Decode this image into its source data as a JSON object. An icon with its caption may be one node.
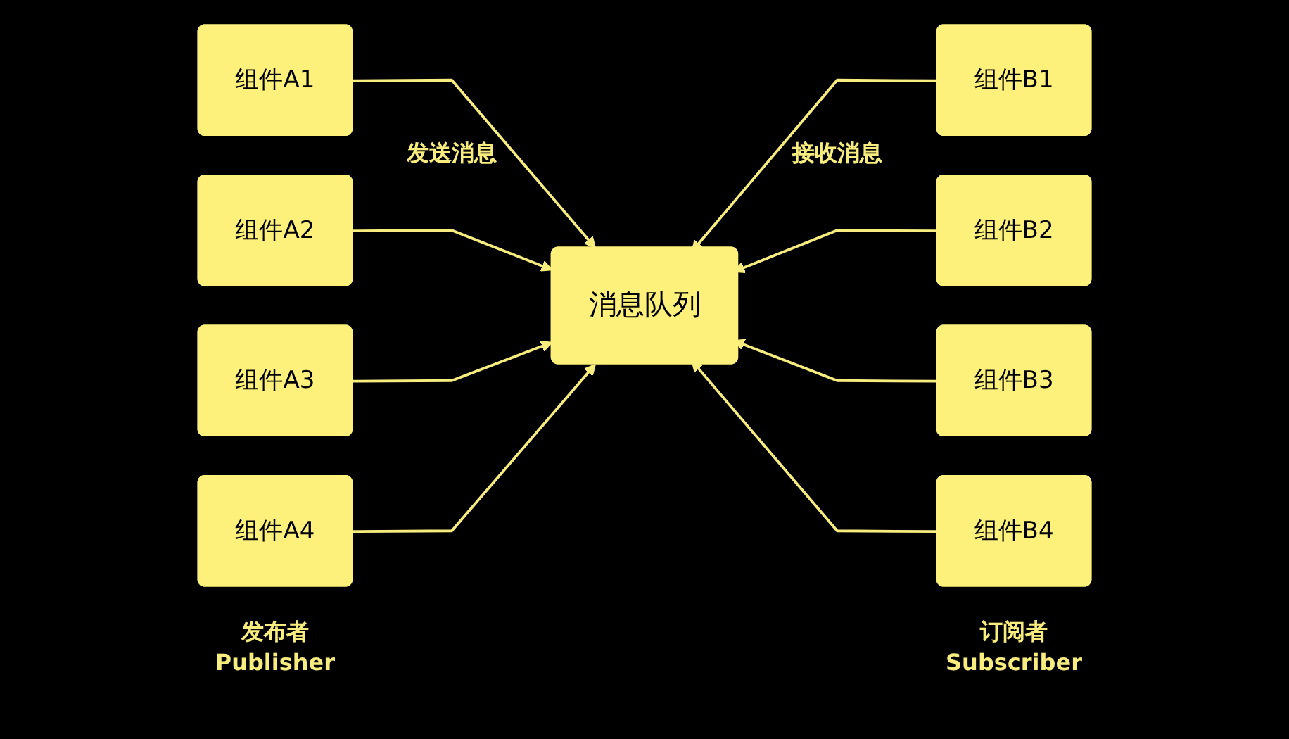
{
  "diagram": {
    "nodes": [
      {
        "text": [
          "组件A1"
        ]
      },
      {
        "text": [
          "组件A2"
        ]
      },
      {
        "text": [
          "组件A3"
        ]
      },
      {
        "text": [
          "组件A4"
        ]
      },
      {
        "text": [
          "消息队列"
        ]
      },
      {
        "text": [
          "组件B1"
        ]
      },
      {
        "text": [
          "组件B2"
        ]
      },
      {
        "text": [
          "组件B3"
        ]
      },
      {
        "text": [
          "组件B4"
        ]
      }
    ],
    "edges": [
      {
        "from": 0,
        "to": 4,
        "arrow": "to"
      },
      {
        "from": 1,
        "to": 4,
        "arrow": "to"
      },
      {
        "from": 2,
        "to": 4,
        "arrow": "to"
      },
      {
        "from": 3,
        "to": 4,
        "arrow": "to"
      },
      {
        "from": 5,
        "to": 4,
        "arrow": "to"
      },
      {
        "from": 6,
        "to": 4,
        "arrow": "to"
      },
      {
        "from": 7,
        "to": 4,
        "arrow": "to"
      },
      {
        "from": 8,
        "to": 4,
        "arrow": "to"
      }
    ],
    "labels": [
      "发送消息",
      "接收消息",
      "发布者 Publisher",
      "订阅者 Subscriber"
    ]
  }
}
